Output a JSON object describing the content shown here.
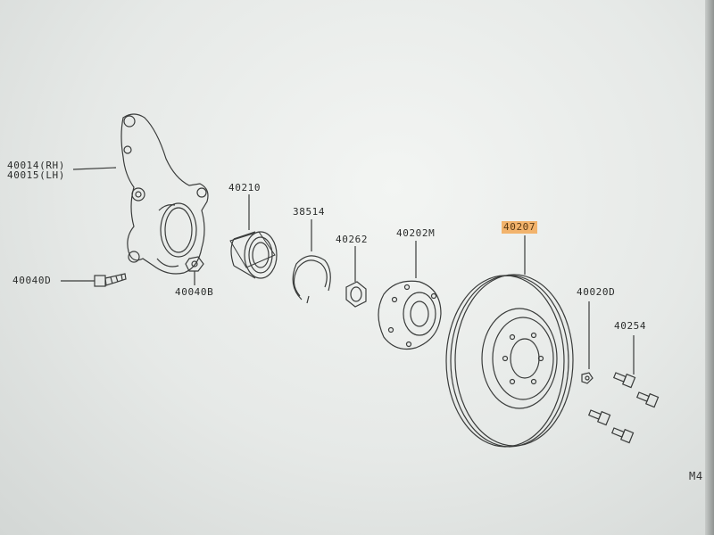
{
  "parts": {
    "knuckle_rh": "40014(RH)",
    "knuckle_lh": "40015(LH)",
    "bolt": "40040D",
    "nut": "40040B",
    "bearing": "40210",
    "snap_ring": "38514",
    "hub_nut": "40262",
    "hub": "40202M",
    "rotor": "40207",
    "rotor_screw": "40020D",
    "wheel_bolt": "40254"
  },
  "page_code": "M4",
  "colors": {
    "highlight": "#f2b36c",
    "line": "#3a3c3b",
    "background": "#eef0ee"
  }
}
